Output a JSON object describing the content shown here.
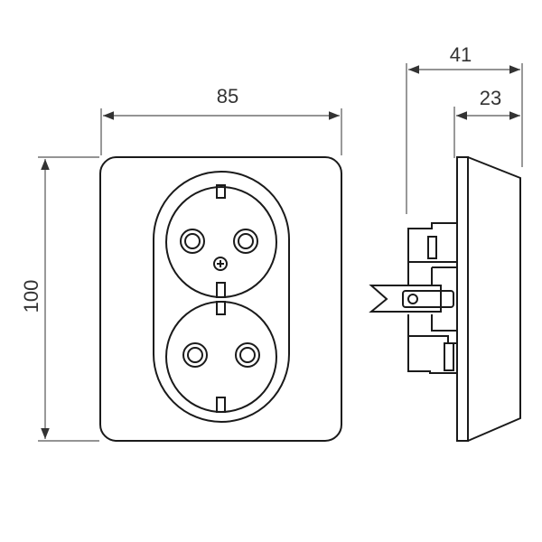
{
  "dimensions": {
    "width": "85",
    "height": "100",
    "total_depth": "41",
    "plate_depth": "23"
  },
  "colors": {
    "line": "#1a1a1a",
    "dimension": "#555555"
  }
}
